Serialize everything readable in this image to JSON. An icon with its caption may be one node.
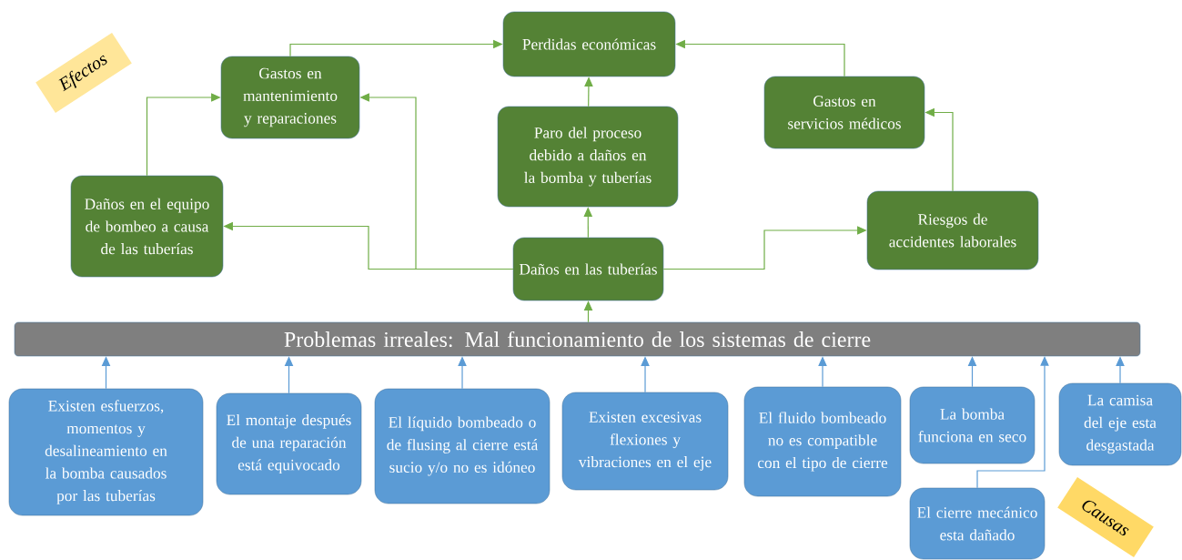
{
  "diagram": {
    "nodes": [
      {
        "text": [
          "Efectos"
        ]
      },
      {
        "text": [
          "Perdidas económicas"
        ]
      },
      {
        "text": [
          "Gastos en mantenimiento y reparaciones"
        ]
      },
      {
        "text": [
          "Gastos en servicios médicos"
        ]
      },
      {
        "text": [
          "Paro del proceso debido a daños en la bomba y tuberías"
        ]
      },
      {
        "text": [
          "Daños en el equipo de bombeo a causa de las tuberías"
        ]
      },
      {
        "text": [
          "Daños en las tuberías"
        ]
      },
      {
        "text": [
          "Riesgos de accidentes laborales"
        ]
      },
      {
        "text": [
          "Problemas irreales: Mal funcionamiento de los sistemas de cierre"
        ]
      },
      {
        "text": [
          "Existen esfuerzos, momentos y desalineamiento en la bomba causados por las tuberías"
        ]
      },
      {
        "text": [
          "El montaje después de una reparación está equivocado"
        ]
      },
      {
        "text": [
          "El líquido bombeado o de flusing al cierre está sucio y/o no es idóneo"
        ]
      },
      {
        "text": [
          "Existen excesivas flexiones y vibraciones en el eje"
        ]
      },
      {
        "text": [
          "El fluido bombeado no es compatible con el tipo de cierre"
        ]
      },
      {
        "text": [
          "La bomba funciona en seco"
        ]
      },
      {
        "text": [
          "La camisa del eje esta desgastada"
        ]
      },
      {
        "text": [
          "El cierre mecánico esta dañado"
        ]
      },
      {
        "text": [
          "Causas"
        ]
      }
    ],
    "edges": [
      {
        "from": 2,
        "to": 1,
        "arrow": "to"
      },
      {
        "from": 3,
        "to": 1,
        "arrow": "to"
      },
      {
        "from": 4,
        "to": 1,
        "arrow": "to"
      },
      {
        "from": 5,
        "to": 2,
        "arrow": "to"
      },
      {
        "from": 6,
        "to": 5,
        "arrow": "to"
      },
      {
        "from": 6,
        "to": 2,
        "arrow": "to"
      },
      {
        "from": 6,
        "to": 4,
        "arrow": "to"
      },
      {
        "from": 6,
        "to": 7,
        "arrow": "to"
      },
      {
        "from": 7,
        "to": 3,
        "arrow": "to"
      },
      {
        "from": 8,
        "to": 6,
        "arrow": "to"
      },
      {
        "from": 9,
        "to": 8,
        "arrow": "to",
        "color": "#5b9bd5"
      },
      {
        "from": 10,
        "to": 8,
        "arrow": "to",
        "color": "#5b9bd5"
      },
      {
        "from": 11,
        "to": 8,
        "arrow": "to",
        "color": "#5b9bd5"
      },
      {
        "from": 12,
        "to": 8,
        "arrow": "to",
        "color": "#5b9bd5"
      },
      {
        "from": 13,
        "to": 8,
        "arrow": "to",
        "color": "#5b9bd5"
      },
      {
        "from": 14,
        "to": 8,
        "arrow": "to",
        "color": "#5b9bd5"
      },
      {
        "from": 15,
        "to": 8,
        "arrow": "to",
        "color": "#5b9bd5"
      },
      {
        "from": 16,
        "to": 8,
        "arrow": "to",
        "color": "#5b9bd5"
      }
    ]
  }
}
